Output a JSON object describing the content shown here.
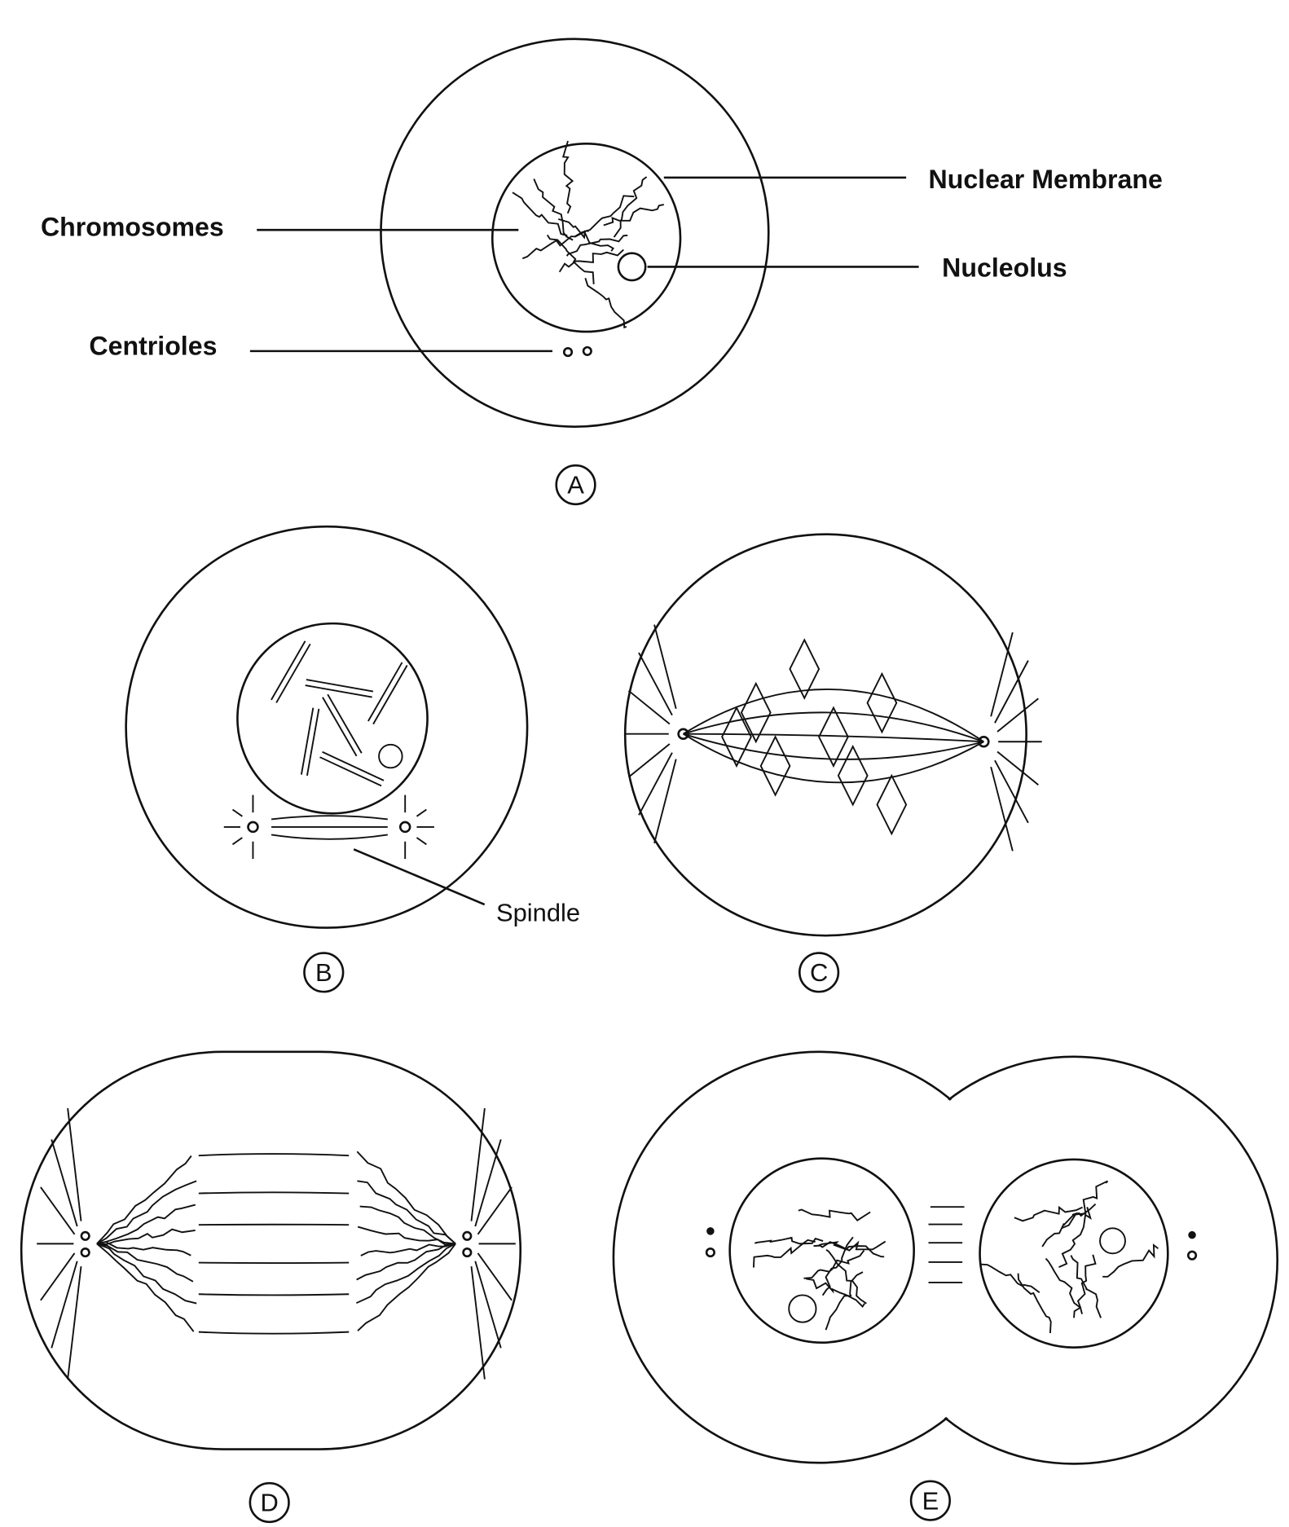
{
  "labels": {
    "chromosomes": "Chromosomes",
    "centrioles": "Centrioles",
    "nuclear_membrane": "Nuclear Membrane",
    "nucleolus": "Nucleolus",
    "spindle": "Spindle"
  },
  "stages": [
    "A",
    "B",
    "C",
    "D",
    "E"
  ]
}
